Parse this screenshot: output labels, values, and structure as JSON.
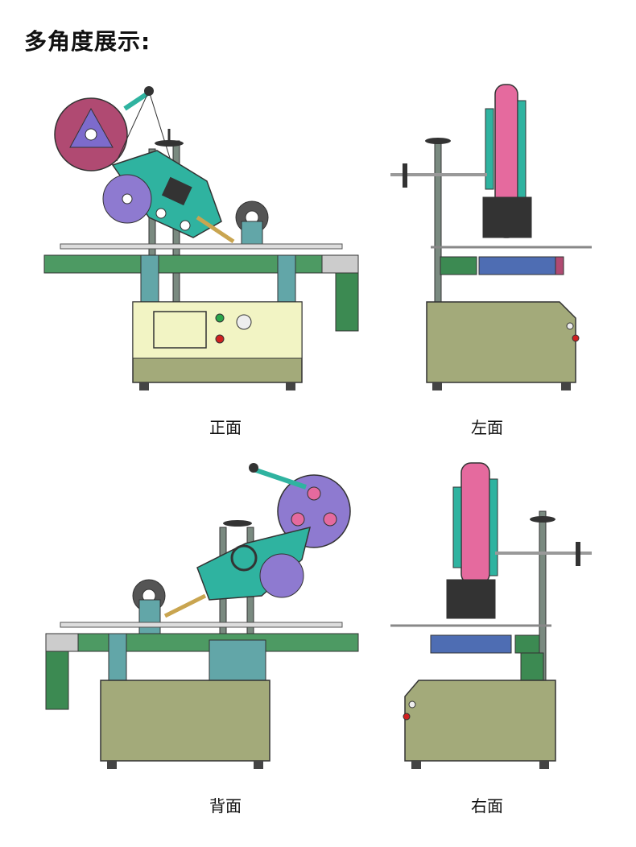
{
  "page": {
    "title": "多角度展示:"
  },
  "views": [
    {
      "key": "front",
      "caption": "正面"
    },
    {
      "key": "left",
      "caption": "左面"
    },
    {
      "key": "back",
      "caption": "背面"
    },
    {
      "key": "right",
      "caption": "右面"
    }
  ],
  "colors": {
    "cabinet": "#a3aa7a",
    "panel": "#f2f4c4",
    "frame": "#62a6a8",
    "conveyor": "#4d9a63",
    "label_arm": "#2fb3a0",
    "reel": "#b04a72",
    "reel_small": "#8e7ad0",
    "belt": "#e56a9e",
    "roller": "#4e6db3",
    "motor": "#3c8a52"
  }
}
